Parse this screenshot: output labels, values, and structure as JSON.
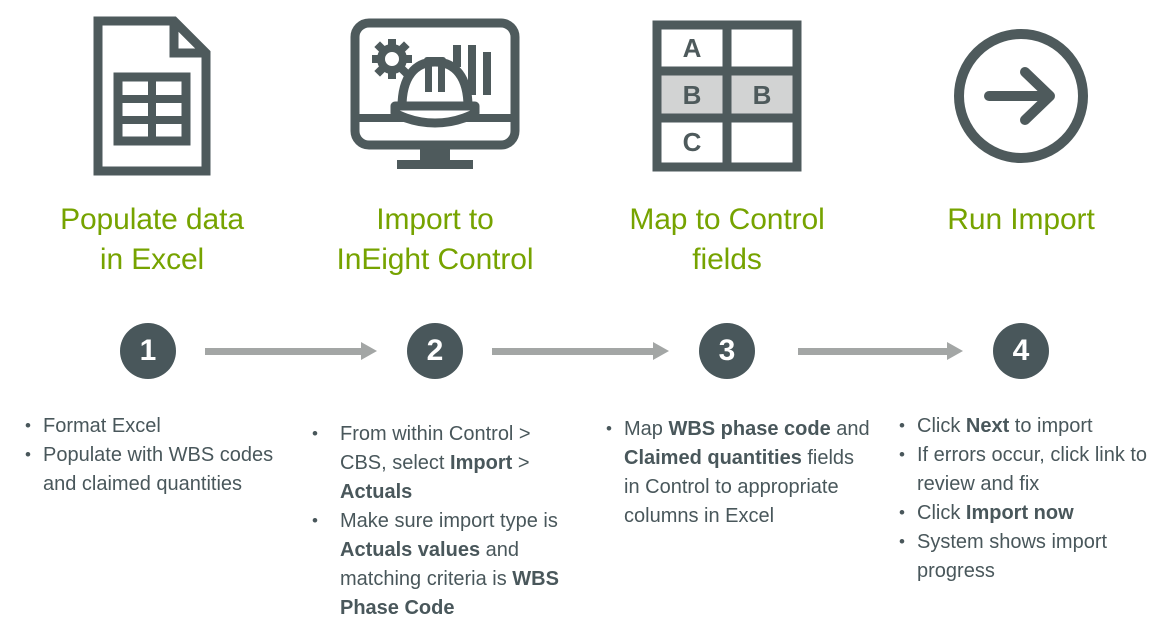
{
  "theme": {
    "accent_green": "#76A300",
    "slate": "#49575B",
    "arrow_gray": "#A3A6A5",
    "grid_shade": "#D2D3D3",
    "background": "#FFFFFF"
  },
  "steps": [
    {
      "number": "1",
      "icon_name": "excel-spreadsheet-document-icon",
      "heading_line1": "Populate data",
      "heading_line2": "in Excel",
      "bullets": [
        [
          {
            "t": "Format Excel",
            "b": false
          }
        ],
        [
          {
            "t": "Populate with WBS codes and claimed quantities",
            "b": false
          }
        ]
      ]
    },
    {
      "number": "2",
      "icon_name": "monitor-hardhat-gear-chart-icon",
      "heading_line1": "Import to",
      "heading_line2": "InEight Control",
      "bullets": [
        [
          {
            "t": "From within Control > CBS, select ",
            "b": false
          },
          {
            "t": "Import",
            "b": true
          },
          {
            "t": " > ",
            "b": false
          },
          {
            "t": "Actuals",
            "b": true
          }
        ],
        [
          {
            "t": "Make sure import type is ",
            "b": false
          },
          {
            "t": "Actuals values",
            "b": true
          },
          {
            "t": " and matching criteria is ",
            "b": false
          },
          {
            "t": "WBS Phase Code",
            "b": true
          }
        ]
      ]
    },
    {
      "number": "3",
      "icon_name": "mapping-grid-table-icon",
      "heading_line1": "Map to Control",
      "heading_line2": "fields",
      "bullets": [
        [
          {
            "t": "Map ",
            "b": false
          },
          {
            "t": "WBS phase code",
            "b": true
          },
          {
            "t": " and ",
            "b": false
          },
          {
            "t": "Claimed quantities",
            "b": true
          },
          {
            "t": " fields in Control to appropriate columns in Excel",
            "b": false
          }
        ]
      ]
    },
    {
      "number": "4",
      "icon_name": "arrow-right-circle-icon",
      "heading_line1": "Run Import",
      "heading_line2": "",
      "bullets": [
        [
          {
            "t": "Click ",
            "b": false
          },
          {
            "t": "Next",
            "b": true
          },
          {
            "t": " to import",
            "b": false
          }
        ],
        [
          {
            "t": "If errors occur, click link to review and fix",
            "b": false
          }
        ],
        [
          {
            "t": "Click ",
            "b": false
          },
          {
            "t": "Import now",
            "b": true
          }
        ],
        [
          {
            "t": "System shows import progress",
            "b": false
          }
        ]
      ]
    }
  ],
  "grid_icon": {
    "cells": [
      [
        "A",
        ""
      ],
      [
        "B",
        "B"
      ],
      [
        "C",
        ""
      ]
    ],
    "highlighted_row_index": 1
  },
  "arrows": [
    {
      "name": "arrow-step-1-to-2"
    },
    {
      "name": "arrow-step-2-to-3"
    },
    {
      "name": "arrow-step-3-to-4"
    }
  ]
}
